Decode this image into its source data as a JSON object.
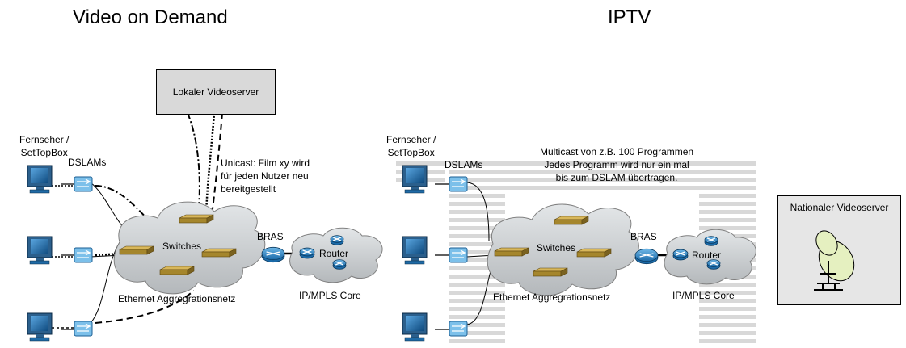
{
  "left": {
    "title": "Video on Demand",
    "videoserver_label": "Lokaler Videoserver",
    "tv_label": "Fernseher /\nSetTopBox",
    "dslam_label": "DSLAMs",
    "unicast_note": "Unicast: Film xy wird\nfür jeden Nutzer neu\nbereitgestellt",
    "switches_label": "Switches",
    "bras_label": "BRAS",
    "router_label": "Router",
    "aggregation_label": "Ethernet Aggregrationsnetz",
    "core_label": "IP/MPLS Core"
  },
  "right": {
    "title": "IPTV",
    "tv_label": "Fernseher /\nSetTopBox",
    "dslam_label": "DSLAMs",
    "multicast_note": "Multicast von z.B. 100 Programmen\nJedes Programm wird nur ein mal\nbis zum DSLAM übertragen.",
    "switches_label": "Switches",
    "bras_label": "BRAS",
    "router_label": "Router",
    "aggregation_label": "Ethernet Aggregrationsnetz",
    "core_label": "IP/MPLS Core",
    "videoserver_label": "Nationaler Videoserver"
  },
  "colors": {
    "monitor": "#1f6aa5",
    "cloud": "#cfd3d6",
    "switch": "#a5862c",
    "router": "#2f8fd0",
    "stripes": "#d4d4d4"
  },
  "icons": [
    "tv-monitor-icon",
    "dslam-icon",
    "switch-icon",
    "router-icon",
    "satellite-dish-icon"
  ]
}
